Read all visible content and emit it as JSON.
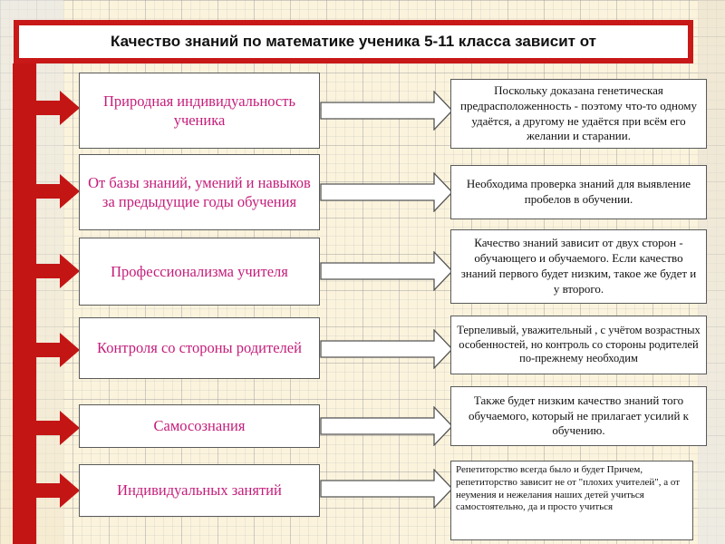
{
  "title": "Качество знаний  по математике ученика 5-11 класса зависит от",
  "colors": {
    "accent": "#c41515",
    "factor_text": "#c41d7a",
    "box_border": "#5a5a5a"
  },
  "factors": [
    {
      "label": "Природная индивидуальность ученика",
      "explanation": "Поскольку доказана генетическая предрасположенность - поэтому что-то одному удаётся, а другому не удаётся при всём его желании и старании."
    },
    {
      "label": "От базы знаний, умений и навыков за предыдущие годы обучения",
      "explanation": "Необходима проверка знаний для выявление пробелов в обучении."
    },
    {
      "label": "Профессионализма учителя",
      "explanation": "Качество знаний зависит от двух сторон - обучающего и обучаемого. Если качество знаний первого будет низким, такое же будет и у второго."
    },
    {
      "label": "Контроля со стороны родителей",
      "explanation": "Терпеливый, уважительный , с учётом возрастных особенностей, но контроль со стороны родителей по-прежнему необходим"
    },
    {
      "label": "Самосознания",
      "explanation": "Также будет низким качество знаний того обучаемого, который не прилагает усилий к обучению."
    },
    {
      "label": "Индивидуальных занятий",
      "explanation": "Репетиторство всегда было и будет Причем, репетиторство зависит не от \"плохих учителей\", а от неумения и нежелания наших детей учиться самостоятельно, да и просто учиться"
    }
  ]
}
